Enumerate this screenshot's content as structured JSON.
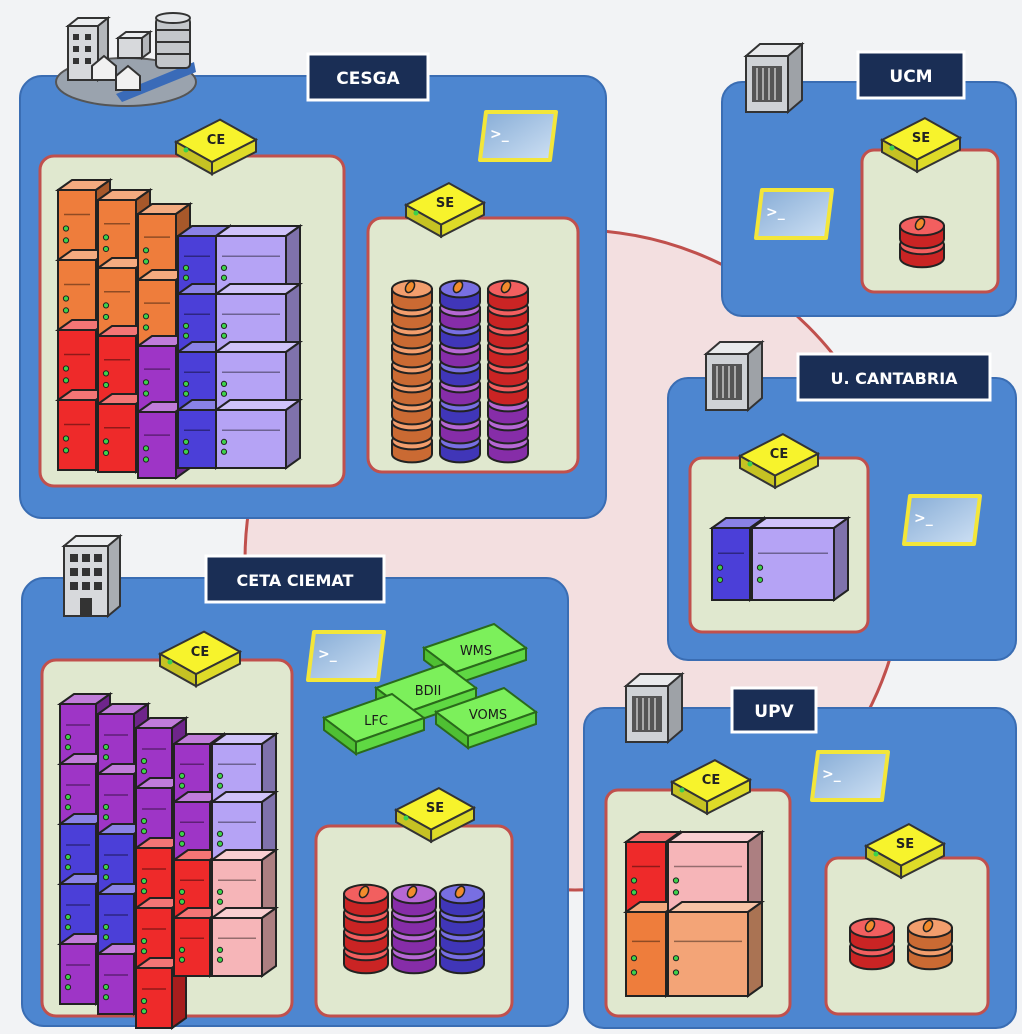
{
  "sites": {
    "cesga": {
      "name": "CESGA"
    },
    "ucm": {
      "name": "UCM"
    },
    "cantabria": {
      "name": "U. CANTABRIA"
    },
    "ciemat": {
      "name": "CETA CIEMAT"
    },
    "upv": {
      "name": "UPV"
    }
  },
  "badges": {
    "ce": "CE",
    "se": "SE"
  },
  "services": {
    "wms": "WMS",
    "bdii": "BDII",
    "lfc": "LFC",
    "voms": "VOMS"
  },
  "terminal": {
    "prompt": ">_"
  },
  "colors": {
    "site_fill": "#4d86d0",
    "site_stroke": "#3a6db3",
    "inner_fill": "#e0e8cf",
    "inner_stroke": "#c0504d",
    "ring_fill": "#f3dfe0",
    "ring_stroke": "#c0504d",
    "label_bg": "#1a2e55",
    "badge_yellow": "#f7f32c",
    "service_green": "#7cf05b",
    "orange": "#ee7d3c",
    "blue": "#4b3fd8",
    "purple": "#9e35c6",
    "red": "#ee2a2a",
    "pink": "#f6b5b8",
    "lavender": "#b5a3f5"
  },
  "icons": [
    "city-buildings-icon",
    "server-icon",
    "office-building-icon",
    "terminal-icon",
    "server-rack-icon",
    "disk-stack-icon"
  ]
}
